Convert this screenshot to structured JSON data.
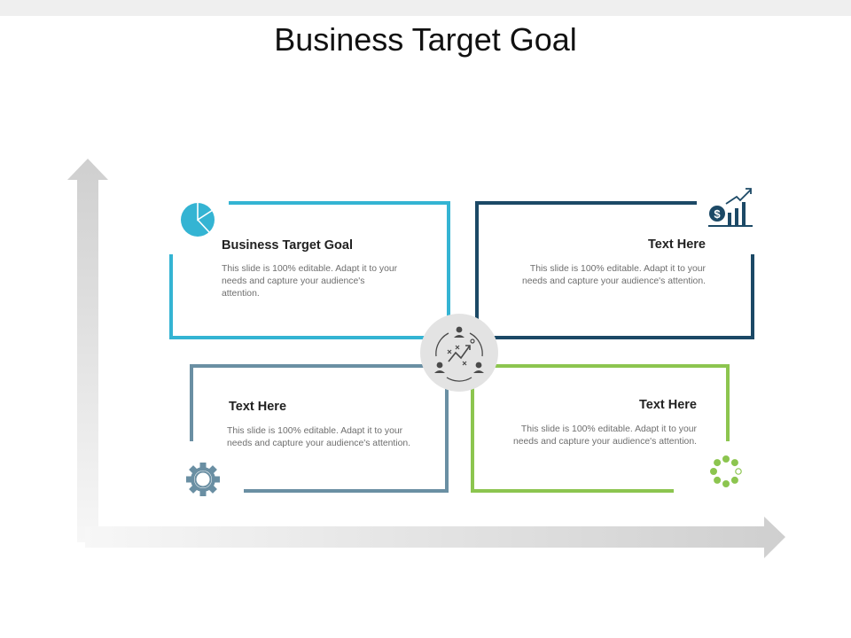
{
  "slide": {
    "title": "Business Target Goal"
  },
  "quadrants": [
    {
      "heading": "Business Target Goal",
      "body": "This slide is 100% editable. Adapt it to your needs and capture your audience's attention.",
      "color": "#34b4d3",
      "icon": "pie-chart-icon"
    },
    {
      "heading": "Text Here",
      "body": "This slide is 100% editable. Adapt it to your needs and capture your audience's attention.",
      "color": "#1c4966",
      "icon": "dollar-growth-chart-icon"
    },
    {
      "heading": "Text Here",
      "body": "This slide is 100% editable. Adapt it to your needs and capture your audience's attention.",
      "color": "#6a8fa3",
      "icon": "gear-icon"
    },
    {
      "heading": "Text Here",
      "body": "This slide is 100% editable. Adapt it to your needs and capture your audience's attention.",
      "color": "#8cc54f",
      "icon": "loading-dots-icon"
    }
  ],
  "center": {
    "icon": "team-strategy-icon",
    "color": "#e3e3e3"
  },
  "axes": {
    "color": "#d6d6d6"
  }
}
